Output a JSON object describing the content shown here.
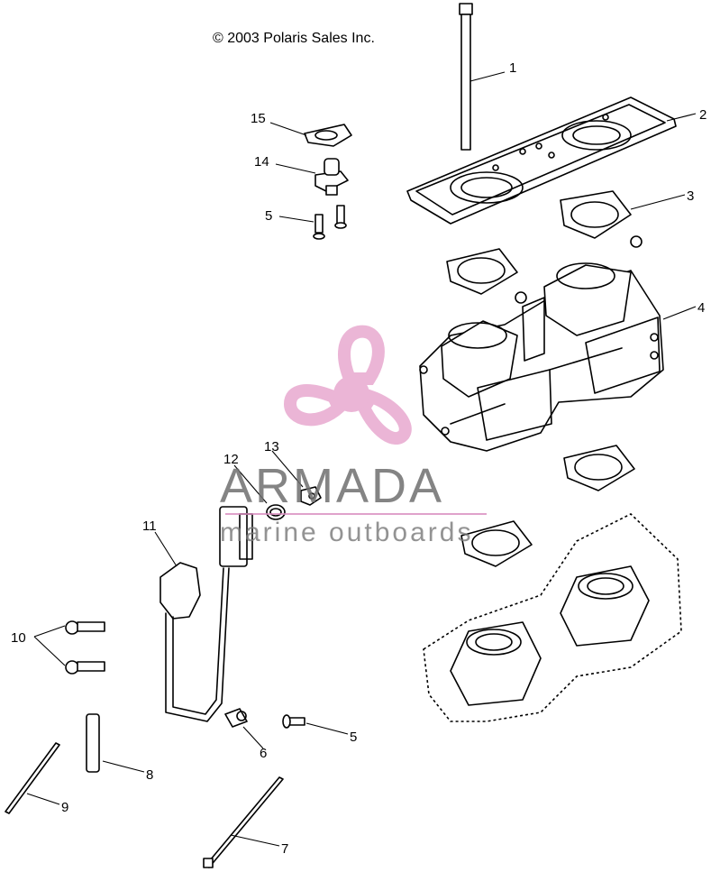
{
  "copyright": "© 2003 Polaris Sales Inc.",
  "watermark": {
    "title": "ARMADA",
    "subtitle": "marine outboards",
    "brand_color": "#e8a9cf",
    "line_color": "#d98cbf"
  },
  "callouts": {
    "c1": "1",
    "c2": "2",
    "c3": "3",
    "c4": "4",
    "c5a": "5",
    "c5b": "5",
    "c6": "6",
    "c7": "7",
    "c8": "8",
    "c9": "9",
    "c10": "10",
    "c11": "11",
    "c12": "12",
    "c13": "13",
    "c14": "14",
    "c15": "15"
  }
}
